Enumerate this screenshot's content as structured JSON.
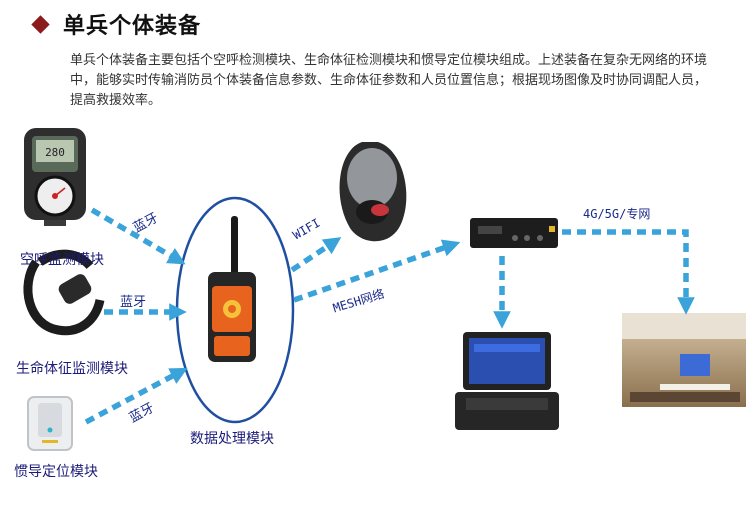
{
  "header": {
    "title": "单兵个体装备",
    "description": "单兵个体装备主要包括个空呼检测模块、生命体征检测模块和惯导定位模块组成。上述装备在复杂无网络的环境中，能够实时传输消防员个体装备信息参数、生命体征参数和人员位置信息；根据现场图像及时协同调配人员，提高救援效率。"
  },
  "modules": {
    "air": "空呼监测模块",
    "vital": "生命体征监测模块",
    "inertial": "惯导定位模块",
    "processor": "数据处理模块"
  },
  "connections": {
    "bt1": "蓝牙",
    "bt2": "蓝牙",
    "bt3": "蓝牙",
    "wifi": "WIFI",
    "mesh": "MESH网络",
    "cellular": "4G/5G/专网"
  },
  "device": {
    "gauge_reading": "280"
  },
  "colors": {
    "arrow": "#3aa3d9",
    "ellipse": "#1f4fa0",
    "label": "#1c1c7a",
    "accent": "#e8641e",
    "title_marker": "#8c1c1c"
  }
}
